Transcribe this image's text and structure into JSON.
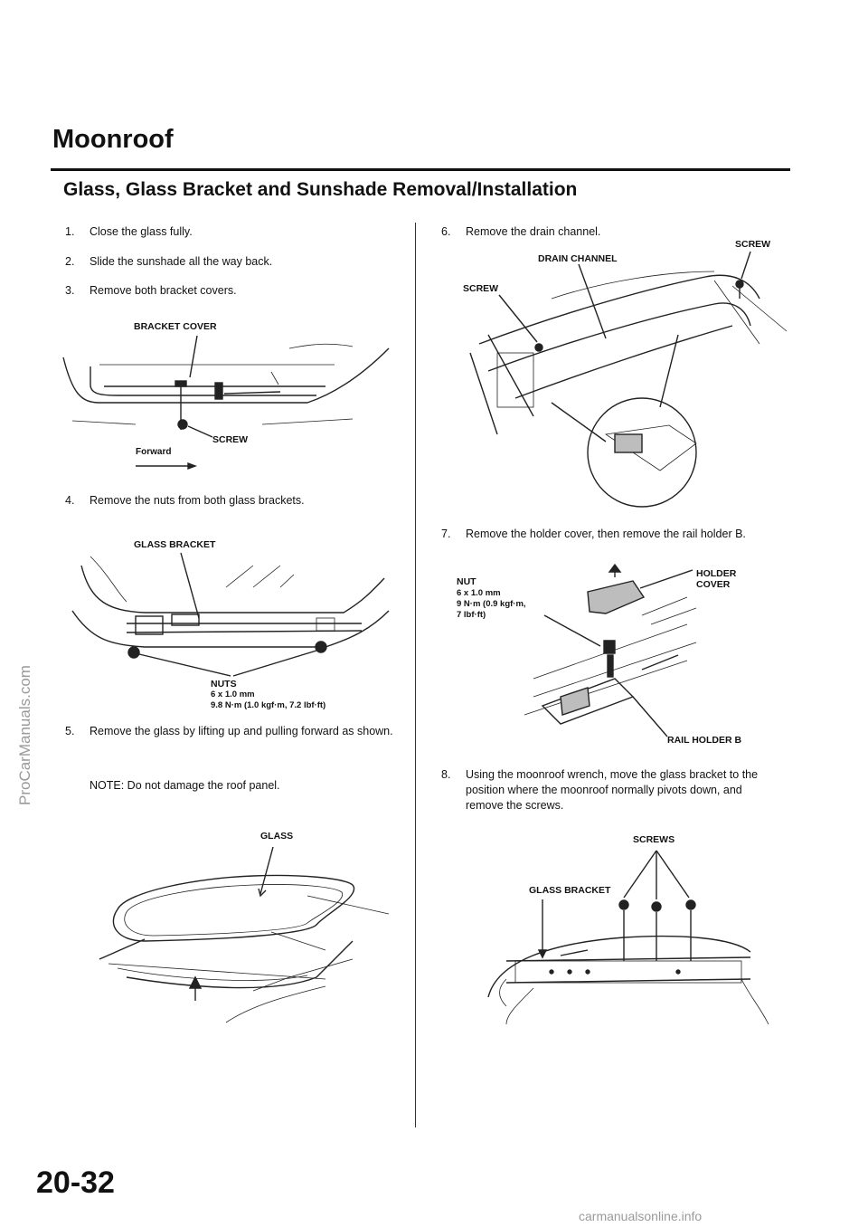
{
  "header": {
    "title": "Moonroof",
    "subtitle": "Glass, Glass Bracket and Sunshade Removal/Installation"
  },
  "steps": [
    {
      "num": "1.",
      "text": "Close the glass fully."
    },
    {
      "num": "2.",
      "text": "Slide the sunshade all the way back."
    },
    {
      "num": "3.",
      "text": "Remove both bracket covers."
    },
    {
      "num": "4.",
      "text": "Remove the nuts from both glass brackets."
    },
    {
      "num": "5.",
      "text": "Remove the glass by lifting up and pulling forward as shown."
    },
    {
      "num": "6.",
      "text": "Remove the drain channel."
    },
    {
      "num": "7.",
      "text": "Remove the holder cover, then remove the rail holder B."
    },
    {
      "num": "8.",
      "text": "Using the moonroof wrench, move the glass bracket to the position where the moonroof normally pivots down, and remove the screws."
    }
  ],
  "note": "NOTE:  Do not damage the roof panel.",
  "figures": {
    "fig3": {
      "bracket_cover": "BRACKET COVER",
      "screw": "SCREW",
      "forward": "Forward"
    },
    "fig4": {
      "glass_bracket": "GLASS BRACKET",
      "nuts": "NUTS",
      "nuts_size": "6 x 1.0 mm",
      "nuts_torque": "9.8 N·m (1.0 kgf·m, 7.2 lbf·ft)"
    },
    "fig5": {
      "glass": "GLASS"
    },
    "fig6": {
      "screw_left": "SCREW",
      "drain_channel": "DRAIN CHANNEL",
      "screw_right": "SCREW"
    },
    "fig7": {
      "nut": "NUT",
      "nut_size": "6 x 1.0 mm",
      "nut_torque_1": "9 N·m (0.9 kgf·m,",
      "nut_torque_2": "7 lbf·ft)",
      "holder_cover": "HOLDER\nCOVER",
      "rail_holder": "RAIL HOLDER B"
    },
    "fig8": {
      "screws": "SCREWS",
      "glass_bracket": "GLASS BRACKET"
    }
  },
  "page_number": "20-32",
  "watermark": "ProCarManuals.com",
  "footer": "carmanualsonline.info"
}
